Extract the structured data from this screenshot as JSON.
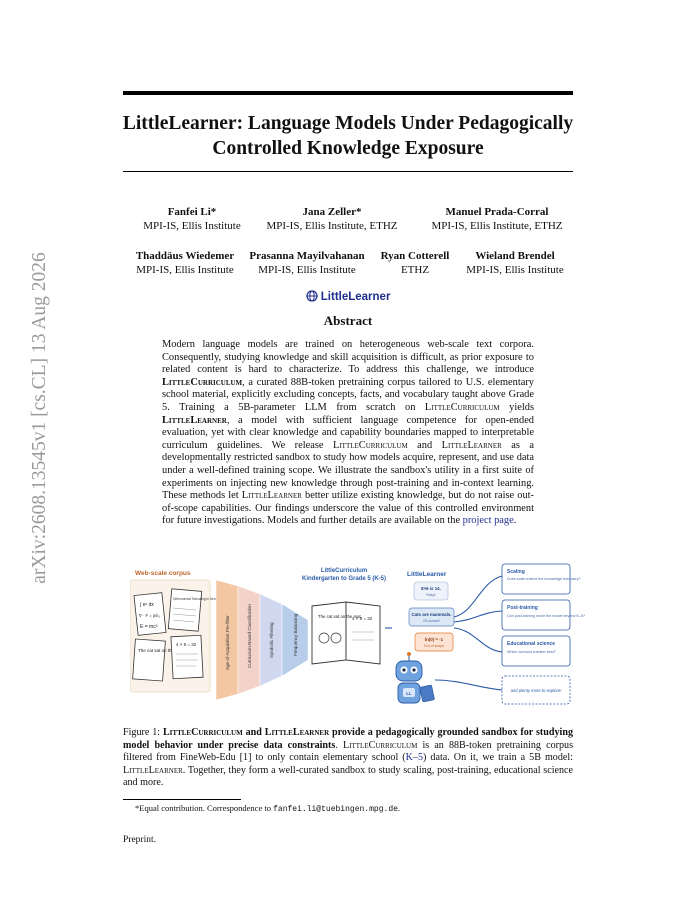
{
  "paper": {
    "title_line1": "LittleLearner: Language Models Under Pedagogically",
    "title_line2": "Controlled Knowledge Exposure",
    "authors": [
      {
        "name": "Fanfei Li*",
        "aff": "MPI-IS, Ellis Institute"
      },
      {
        "name": "Jana Zeller*",
        "aff": "MPI-IS, Ellis Institute, ETHZ"
      },
      {
        "name": "Manuel Prada-Corral",
        "aff": "MPI-IS, Ellis Institute, ETHZ"
      },
      {
        "name": "Thaddäus Wiedemer",
        "aff": "MPI-IS, Ellis Institute"
      },
      {
        "name": "Prasanna Mayilvahanan",
        "aff": "MPI-IS, Ellis Institute"
      },
      {
        "name": "Ryan Cotterell",
        "aff": "ETHZ"
      },
      {
        "name": "Wieland Brendel",
        "aff": "MPI-IS, Ellis Institute"
      }
    ],
    "project_link": "LittleLearner",
    "abstract_heading": "Abstract",
    "abstract": {
      "p1": "Modern language models are trained on heterogeneous web-scale text corpora. Consequently, studying knowledge and skill acquisition is difficult, as prior exposure to related content is hard to characterize. To address this challenge, we introduce ",
      "littlecurriculum": "LittleCurriculum",
      "p2": ", a curated 88B-token pretraining corpus tailored to U.S. elementary school material, explicitly excluding concepts, facts, and vocabulary taught above Grade 5. Training a 5B-parameter LLM from scratch on ",
      "p3": " yields ",
      "littlelearner": "LittleLearner",
      "p4": ", a model with sufficient language competence for open-ended evaluation, yet with clear knowledge and capability boundaries mapped to interpretable curriculum guidelines. We release ",
      "p5": " and ",
      "p6": " as a developmentally restricted sandbox to study how models acquire, represent, and use data under a well-defined training scope. We illustrate the sandbox's utility in a first suite of experiments on injecting new knowledge through post-training and in-context learning. These methods let ",
      "p7": " better utilize existing knowledge, but do not raise out-of-scope capabilities. Our findings underscore the value of this controlled environment for future investigations. Models and further details are available on the ",
      "project_page": "project page",
      "p8": "."
    },
    "figure": {
      "webscale_label": "Web-scale corpus",
      "doc1_text": "∫ eˣ dx",
      "doc1_text2": "∇ · F = ρ/ε₀",
      "doc1_text3": "E = mc²",
      "doc2_text": "Orthonormal Schooling in Dense...",
      "doc3_text": "The cat sat on the mat.",
      "doc3_eq": "4 × 8 = 32",
      "funnel_stages": [
        "Age-of-Acquisition Pre-filter",
        "Curriculum-Based Classification",
        "Symbolic Filtering",
        "Frequency Balancing"
      ],
      "lc_title": "LittleCurriculum",
      "lc_subtitle": "Kindergarten to Grade 5 (K-5)",
      "book_text": "The cat sat on the mat.",
      "book_eq": "4 × 8 = 32",
      "ll_label": "LittleLearner",
      "bubble1_title": "8×6 is 14.",
      "bubble1_sub": "Easy!",
      "bubble2_title": "Cats are mammals.",
      "bubble2_sub": "Of course!",
      "bubble3_title": "ln(0) = -1",
      "bubble3_sub": "Out of scope",
      "robot_badge": "LL",
      "boxes": [
        {
          "title": "Scaling",
          "desc": "Does scale extend the knowledge boundary?"
        },
        {
          "title": "Post-training",
          "desc": "Can post-training move the model beyond K–5?"
        },
        {
          "title": "Educational science",
          "desc": "Which curricula transfer best?"
        },
        {
          "title": "",
          "desc": "and plenty more to explore!"
        }
      ],
      "colors": {
        "accent_blue": "#2a5aa8",
        "orange": "#e07a2a",
        "funnel_orange": "#f4c7a3",
        "funnel_blue": "#c2d5ee"
      }
    },
    "caption": {
      "label": "Figure 1: ",
      "bold1": "LittleCurriculum",
      "bold2": " and ",
      "bold3": "LittleLearner",
      "bold4": " provide a pedagogically grounded sandbox for studying model behavior under precise data constraints",
      "rest1": ". ",
      "sc1": "LittleCurriculum",
      "rest2": " is an 88B-token pretraining corpus filtered from FineWeb-Edu [1] to only contain elementary school (",
      "k5": "K–5",
      "rest3": ") data. On it, we train a 5B model: ",
      "sc2": "LittleLearner",
      "rest4": ". Together, they form a well-curated sandbox to study scaling, post-training, educational science and more."
    },
    "footnote": {
      "text": "*Equal contribution. Correspondence to ",
      "email": "fanfei.li@tuebingen.mpg.de",
      "end": "."
    },
    "preprint": "Preprint.",
    "arxiv_stamp": "arXiv:2608.13545v1  [cs.CL]  13 Aug 2026"
  }
}
